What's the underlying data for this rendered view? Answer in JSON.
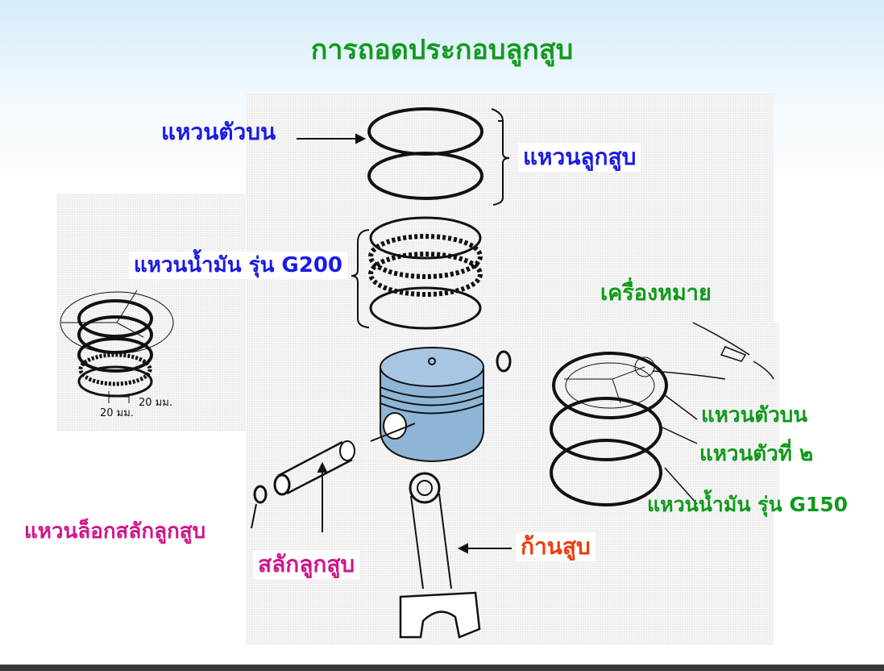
{
  "title": "การถอดประกอบลูกสูบ",
  "labels": {
    "top_ring": "แหวนตัวบน",
    "piston_rings": "แหวนลูกสูบ",
    "oil_ring_g200": "แหวนน้ำมัน รุ่น G200",
    "mark": "เครื่องหมาย",
    "top_ring_right": "แหวนตัวบน",
    "second_ring": "แหวนตัวที่ ๒",
    "oil_ring_g150": "แหวนน้ำมัน รุ่น G150",
    "pin_lock_ring": "แหวนล็อกสลักลูกสูบ",
    "piston_pin": "สลักลูกสูบ",
    "connecting_rod": "ก้านสูบ"
  },
  "dimensions": {
    "gap_a": "20 มม.",
    "gap_b": "20 มม."
  },
  "colors": {
    "title": "#119a1f",
    "blue": "#1a1ae6",
    "green": "#0f9a1a",
    "magenta": "#d0158c",
    "red": "#f03a0a",
    "piston": "#8fb5d6"
  }
}
